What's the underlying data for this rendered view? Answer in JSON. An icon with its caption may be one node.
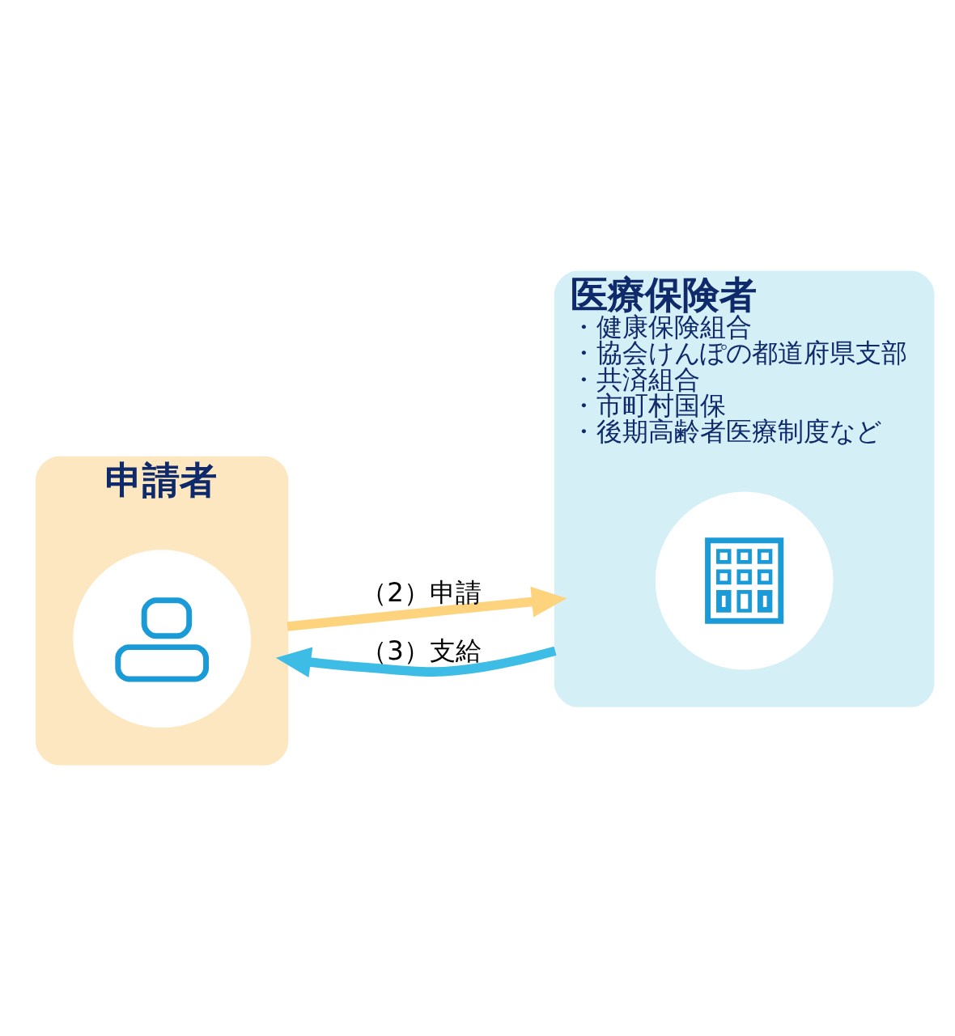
{
  "diagram": {
    "nodes": [
      {
        "text": [
          "申請者"
        ]
      },
      {
        "text": [],
        "shape": "person",
        "in": 0
      },
      {
        "text": [
          "医療保険者",
          "・健康保険組合",
          "・協会けんぽの都道府県支部",
          "・共済組合",
          "・市町村国保",
          "・後期高齢者医療制度など"
        ]
      },
      {
        "text": [],
        "shape": "building",
        "in": 2
      }
    ],
    "edges": [
      {
        "from": 0,
        "to": 2,
        "arrow": "to",
        "label": "（2）申請",
        "color": "#fdd37e"
      },
      {
        "from": 2,
        "to": 0,
        "arrow": "to",
        "label": "（3）支給",
        "color": "#3dbde6"
      }
    ]
  }
}
